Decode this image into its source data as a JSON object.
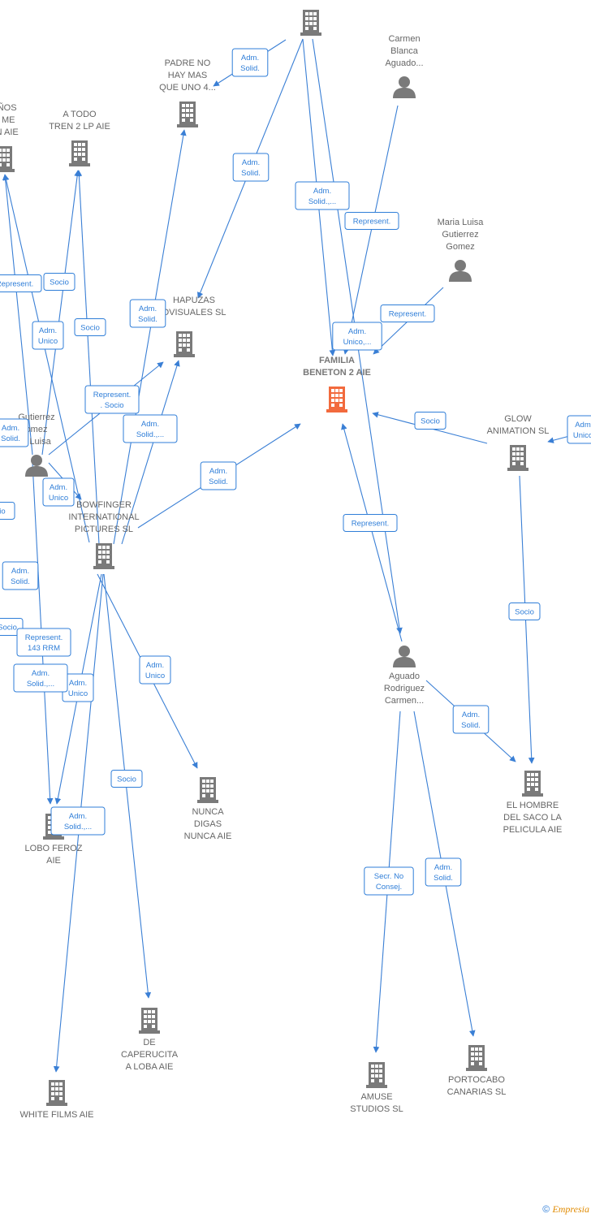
{
  "colors": {
    "edge": "#3a7fd5",
    "company": "#7a7a7a",
    "main_company": "#f26a3d",
    "person": "#7a7a7a"
  },
  "nodes": [
    {
      "id": "top",
      "type": "company",
      "lines": []
    },
    {
      "id": "padre",
      "type": "company",
      "lines": [
        "PADRE NO",
        "HAY MAS",
        "QUE UNO 4..."
      ]
    },
    {
      "id": "carmen_blanca",
      "type": "person",
      "lines": [
        "Carmen",
        "Blanca",
        "Aguado..."
      ]
    },
    {
      "id": "anos",
      "type": "company",
      "lines": [
        "AÑOS",
        "E ME",
        "AN  AIE"
      ]
    },
    {
      "id": "atodo",
      "type": "company",
      "lines": [
        "A TODO",
        "TREN 2 LP  AIE"
      ]
    },
    {
      "id": "maria_luisa",
      "type": "person",
      "lines": [
        "Maria Luisa",
        "Gutierrez",
        "Gomez"
      ]
    },
    {
      "id": "chapuzas",
      "type": "company",
      "lines": [
        "HAPUZAS",
        "OVISUALES SL"
      ]
    },
    {
      "id": "familia",
      "type": "main",
      "lines": [
        "FAMILIA",
        "BENETON 2 AIE"
      ]
    },
    {
      "id": "gutierrez",
      "type": "person",
      "lines": [
        "Gutierrez",
        "omez",
        "a Luisa"
      ]
    },
    {
      "id": "glow",
      "type": "company",
      "lines": [
        "GLOW",
        "ANIMATION SL"
      ]
    },
    {
      "id": "bowfinger",
      "type": "company",
      "lines": [
        "BOWFINGER",
        "INTERNATIONAL",
        "PICTURES SL"
      ]
    },
    {
      "id": "aguado",
      "type": "person",
      "lines": [
        "Aguado",
        "Rodriguez",
        "Carmen..."
      ]
    },
    {
      "id": "nunca",
      "type": "company",
      "lines": [
        "NUNCA",
        "DIGAS",
        "NUNCA AIE"
      ]
    },
    {
      "id": "hombre",
      "type": "company",
      "lines": [
        "EL HOMBRE",
        "DEL SACO LA",
        "PELICULA AIE"
      ]
    },
    {
      "id": "lobo",
      "type": "company",
      "lines": [
        "LOBO FEROZ",
        "AIE"
      ]
    },
    {
      "id": "caperucita",
      "type": "company",
      "lines": [
        "DE",
        "CAPERUCITA",
        "A LOBA  AIE"
      ]
    },
    {
      "id": "amuse",
      "type": "company",
      "lines": [
        "AMUSE",
        "STUDIOS  SL"
      ]
    },
    {
      "id": "portocabo",
      "type": "company",
      "lines": [
        "PORTOCABO",
        "CANARIAS  SL"
      ]
    },
    {
      "id": "white",
      "type": "company",
      "lines": [
        "WHITE FILMS AIE"
      ]
    }
  ],
  "edge_labels": [
    {
      "id": "e1",
      "lines": [
        "Adm.",
        "Solid."
      ]
    },
    {
      "id": "e2",
      "lines": [
        "Adm.",
        "Solid."
      ]
    },
    {
      "id": "e3",
      "lines": [
        "Adm.",
        "Solid.,..."
      ]
    },
    {
      "id": "e4",
      "lines": [
        "Represent."
      ]
    },
    {
      "id": "e5",
      "lines": [
        "Represent."
      ]
    },
    {
      "id": "e6",
      "lines": [
        "Adm.",
        "Unico,..."
      ]
    },
    {
      "id": "e7",
      "lines": [
        "Represent."
      ]
    },
    {
      "id": "e8",
      "lines": [
        "Socio"
      ]
    },
    {
      "id": "e9",
      "lines": [
        "Adm.",
        "Unico"
      ]
    },
    {
      "id": "e10",
      "lines": [
        "Socio"
      ]
    },
    {
      "id": "e11",
      "lines": [
        "Adm.",
        "Solid."
      ]
    },
    {
      "id": "e12",
      "lines": [
        "Represent.",
        ". Socio"
      ]
    },
    {
      "id": "e13",
      "lines": [
        "Adm.",
        "Solid.,..."
      ]
    },
    {
      "id": "e14",
      "lines": [
        "Adm.",
        "Solid."
      ]
    },
    {
      "id": "e15",
      "lines": [
        "Socio"
      ]
    },
    {
      "id": "e16",
      "lines": [
        "Adm.",
        "Unico"
      ]
    },
    {
      "id": "e17",
      "lines": [
        "Adm.",
        "Solid."
      ]
    },
    {
      "id": "e18",
      "lines": [
        "Adm.",
        "Unico"
      ]
    },
    {
      "id": "e19",
      "lines": [
        "io"
      ]
    },
    {
      "id": "e20",
      "lines": [
        "Adm.",
        "Solid."
      ]
    },
    {
      "id": "e21",
      "lines": [
        "Socio"
      ]
    },
    {
      "id": "e22",
      "lines": [
        "Represent.",
        "143 RRM"
      ]
    },
    {
      "id": "e23",
      "lines": [
        "Adm.",
        "Solid.,..."
      ]
    },
    {
      "id": "e24",
      "lines": [
        "Adm.",
        "Unico"
      ]
    },
    {
      "id": "e25",
      "lines": [
        "Adm.",
        "Unico"
      ]
    },
    {
      "id": "e26",
      "lines": [
        "Represent."
      ]
    },
    {
      "id": "e27",
      "lines": [
        "Socio"
      ]
    },
    {
      "id": "e28",
      "lines": [
        "Adm.",
        "Solid."
      ]
    },
    {
      "id": "e29",
      "lines": [
        "Socio"
      ]
    },
    {
      "id": "e30",
      "lines": [
        "Adm.",
        "Solid.,..."
      ]
    },
    {
      "id": "e31",
      "lines": [
        "Secr.  No",
        "Consej."
      ]
    },
    {
      "id": "e32",
      "lines": [
        "Adm.",
        "Solid."
      ]
    },
    {
      "id": "e33",
      "lines": [
        "Adm",
        "Unico"
      ]
    }
  ],
  "footer": {
    "symbol": "©",
    "brand": "Empresia"
  }
}
